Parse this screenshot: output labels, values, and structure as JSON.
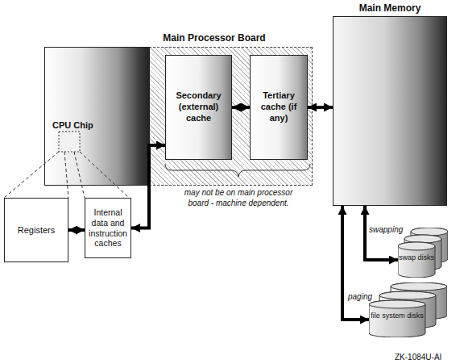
{
  "diagram": {
    "nodes": [
      {
        "text": [
          "Main Processor Board"
        ]
      },
      {
        "text": [
          "CPU Chip"
        ],
        "in": 0
      },
      {
        "text": [
          "Registers"
        ]
      },
      {
        "text": [
          "Internal data and instruction caches"
        ]
      },
      {
        "text": [
          "Secondary (external) cache"
        ],
        "in": 0
      },
      {
        "text": [
          "Tertiary cache (if any)"
        ],
        "in": 0
      },
      {
        "text": [
          "Main Memory"
        ]
      },
      {
        "text": [
          "swap disks"
        ]
      },
      {
        "text": [
          "file system disks"
        ]
      }
    ],
    "edges": [
      {
        "from": 2,
        "to": 3,
        "arrow": "both"
      },
      {
        "from": 3,
        "to": 4,
        "arrow": "both"
      },
      {
        "from": 4,
        "to": 5,
        "arrow": "both"
      },
      {
        "from": 5,
        "to": 6,
        "arrow": "both"
      },
      {
        "from": 6,
        "to": 7,
        "label": "swapping",
        "arrow": "both"
      },
      {
        "from": 6,
        "to": 8,
        "label": "paging",
        "arrow": "both"
      }
    ],
    "labels": [
      "may not be on main processor board - machine dependent.",
      "ZK-1084U-AI"
    ]
  }
}
